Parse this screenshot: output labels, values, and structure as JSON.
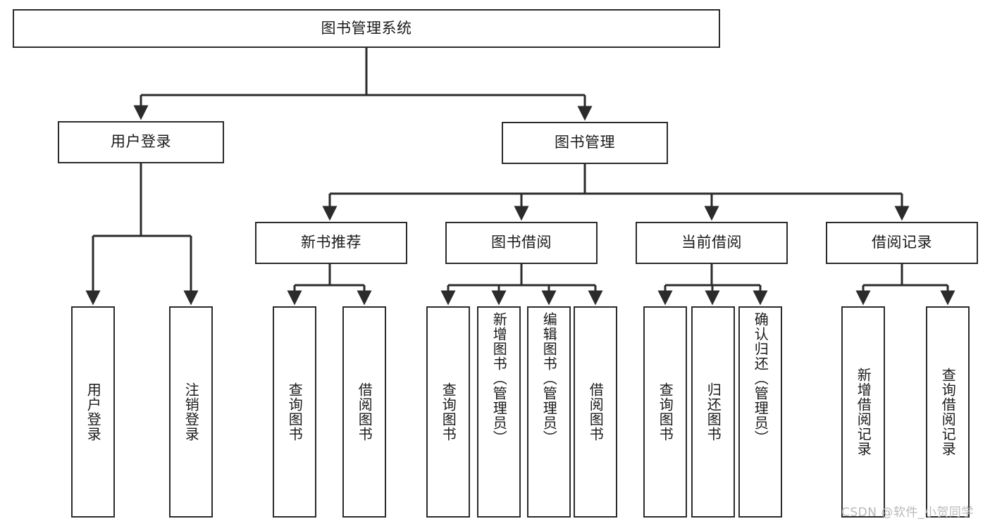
{
  "diagram": {
    "type": "tree-hierarchy",
    "title": "图书管理系统",
    "root": {
      "label": "图书管理系统"
    },
    "level1": [
      {
        "label": "用户登录"
      },
      {
        "label": "图书管理"
      }
    ],
    "level2": [
      {
        "label": "新书推荐"
      },
      {
        "label": "图书借阅"
      },
      {
        "label": "当前借阅"
      },
      {
        "label": "借阅记录"
      }
    ],
    "leaves": {
      "user_login": [
        {
          "label": "用户登录"
        },
        {
          "label": "注销登录"
        }
      ],
      "new_book_recommend": [
        {
          "label": "查询图书"
        },
        {
          "label": "借阅图书"
        }
      ],
      "book_borrow": [
        {
          "label": "查询图书"
        },
        {
          "label": "新增图书（管理员）"
        },
        {
          "label": "编辑图书（管理员）"
        },
        {
          "label": "借阅图书"
        }
      ],
      "current_borrow": [
        {
          "label": "查询图书"
        },
        {
          "label": "归还图书"
        },
        {
          "label": "确认归还（管理员）"
        }
      ],
      "borrow_record": [
        {
          "label": "新增借阅记录"
        },
        {
          "label": "查询借阅记录"
        }
      ]
    }
  },
  "watermark": {
    "text": "CSDN @软件_小贺同学"
  },
  "colors": {
    "stroke": "#2b2b2b",
    "box_fill": "#ffffff",
    "text": "#1a1a1a",
    "watermark": "#b9b9b9",
    "background": "#ffffff"
  }
}
